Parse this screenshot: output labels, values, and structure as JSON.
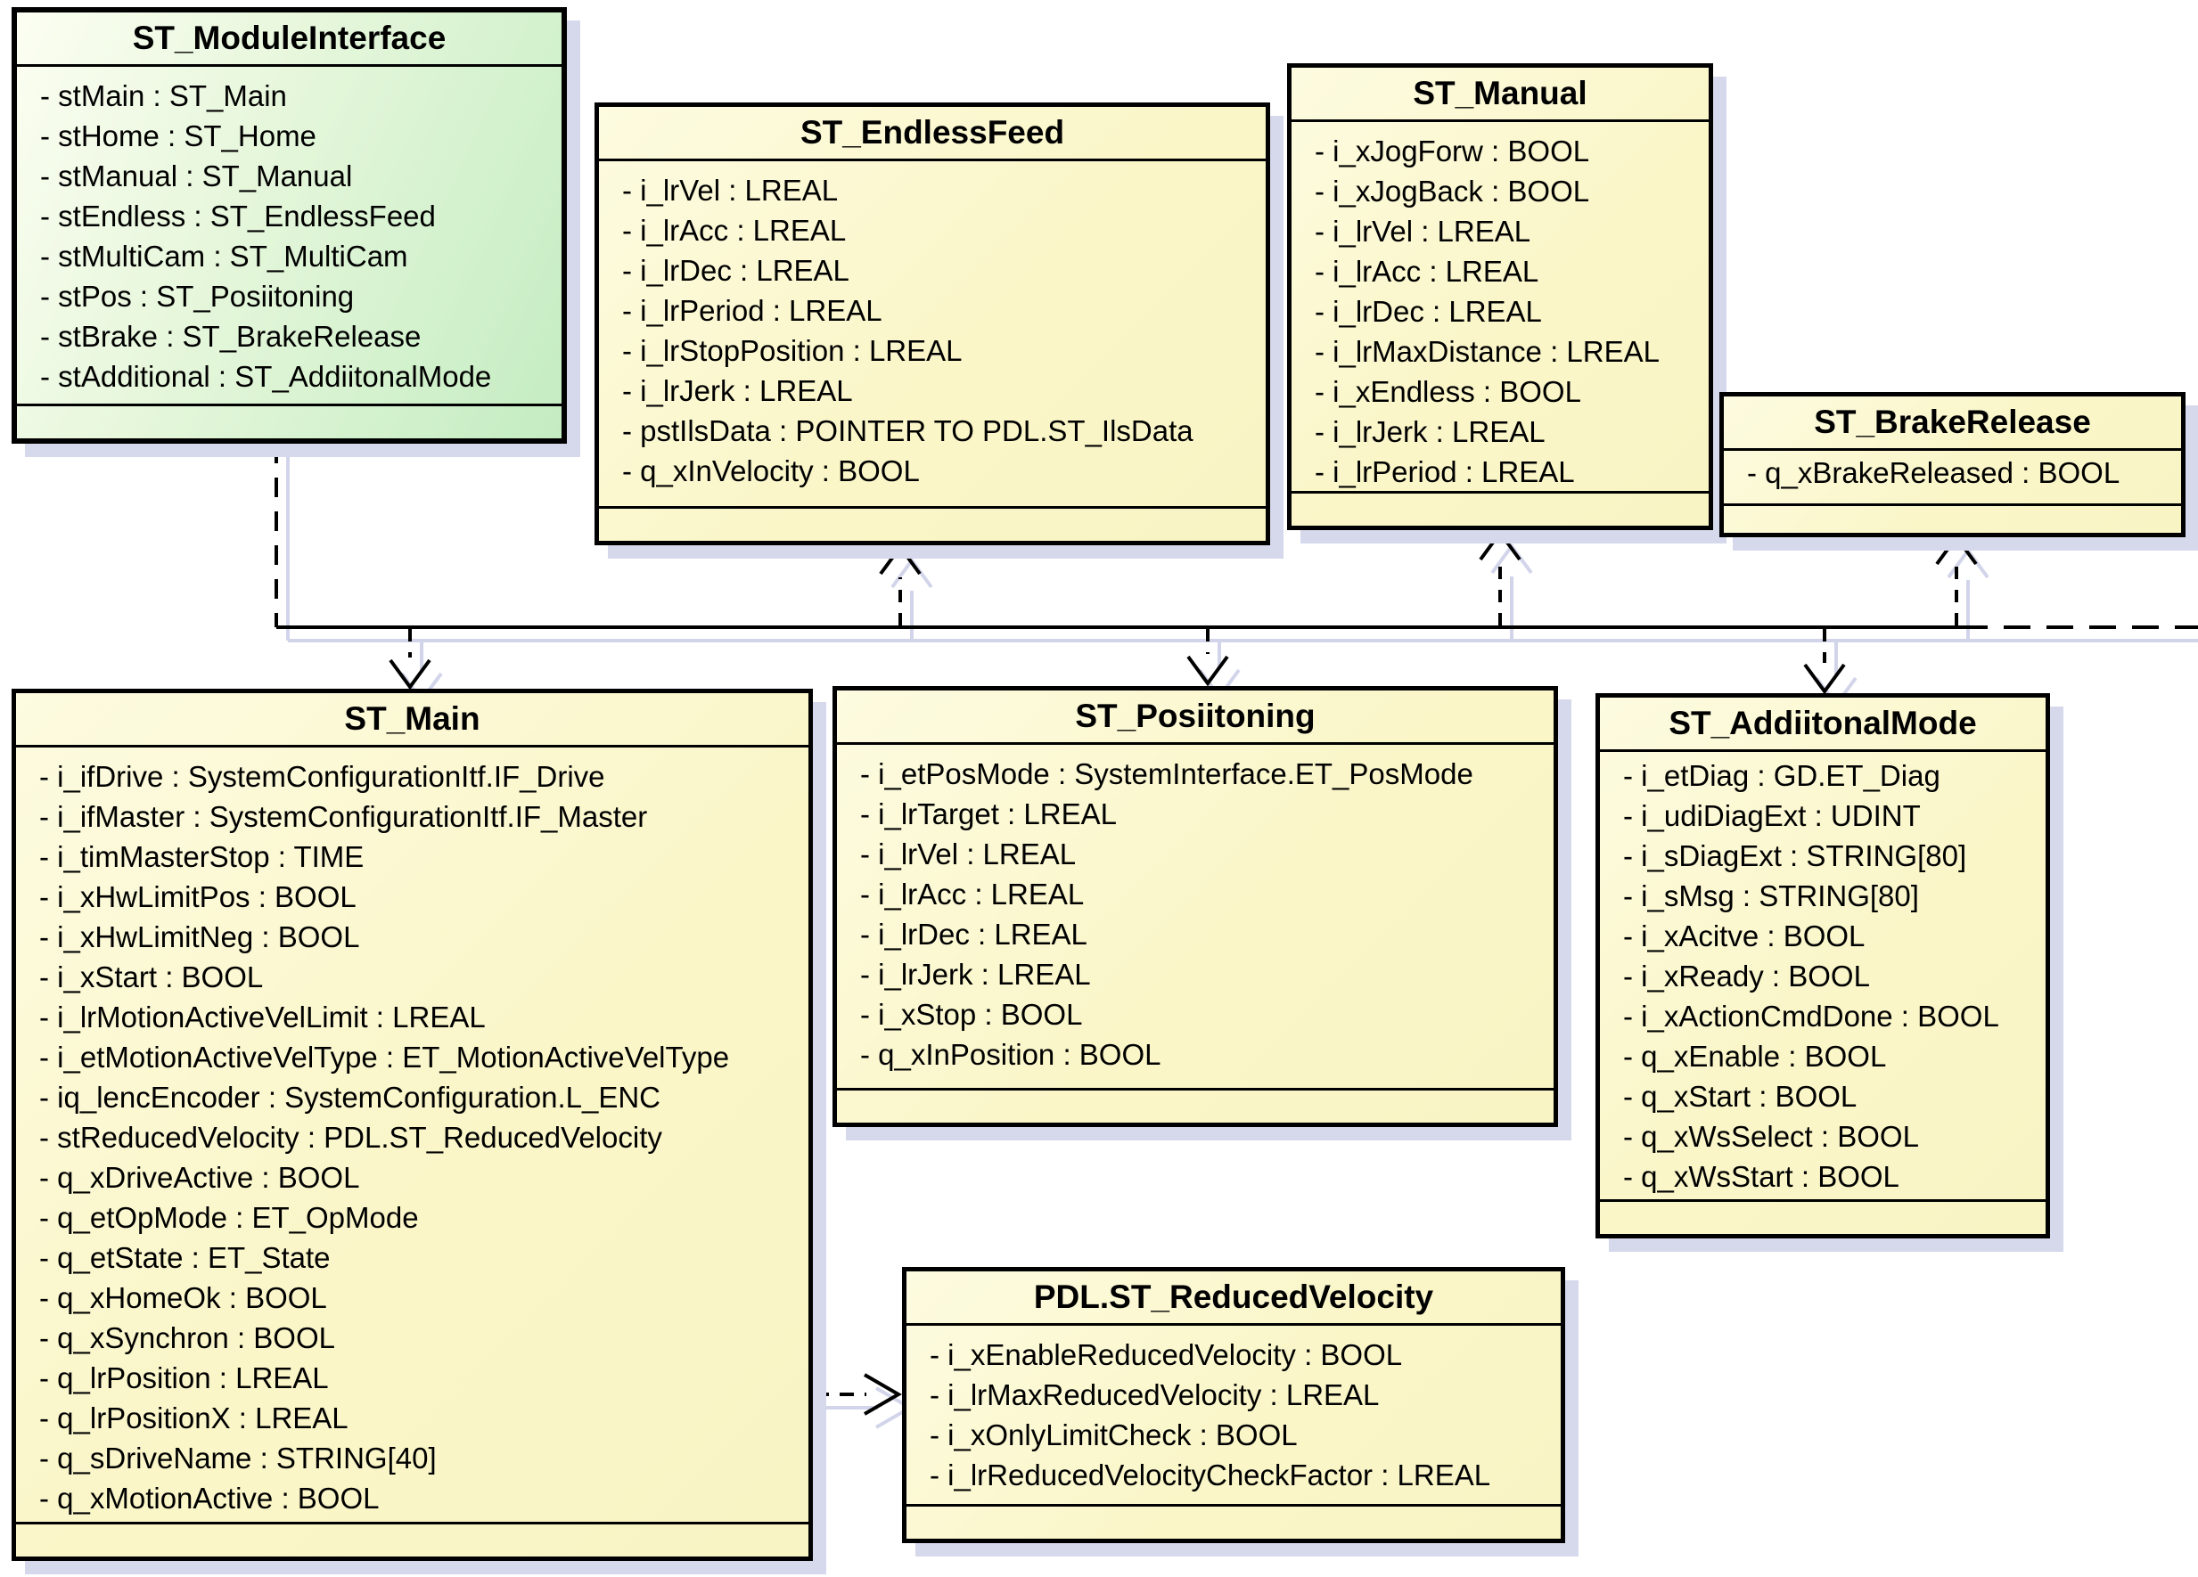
{
  "diagram": {
    "kind": "uml-class-diagram",
    "colors": {
      "box_fill_yellow": "#faf6c8",
      "box_fill_green": "#d5f2cf",
      "box_border": "#000000",
      "box_shadow": "#d6d9ec",
      "connector": "#000000",
      "connector_shadow": "#d2d5ea",
      "background": "#ffffff"
    },
    "classes": {
      "st_module_interface": {
        "title": "ST_ModuleInterface",
        "attributes": [
          "- stMain : ST_Main",
          "- stHome : ST_Home",
          "- stManual : ST_Manual",
          "- stEndless : ST_EndlessFeed",
          "- stMultiCam : ST_MultiCam",
          "- stPos : ST_Posiitoning",
          "- stBrake : ST_BrakeRelease",
          "- stAdditional : ST_AddiitonalMode"
        ]
      },
      "st_endless_feed": {
        "title": "ST_EndlessFeed",
        "attributes": [
          "- i_lrVel : LREAL",
          "- i_lrAcc : LREAL",
          "- i_lrDec : LREAL",
          "- i_lrPeriod : LREAL",
          "- i_lrStopPosition : LREAL",
          "- i_lrJerk : LREAL",
          "- pstIlsData : POINTER TO PDL.ST_IlsData",
          "- q_xInVelocity : BOOL"
        ]
      },
      "st_manual": {
        "title": "ST_Manual",
        "attributes": [
          "- i_xJogForw : BOOL",
          "- i_xJogBack : BOOL",
          "- i_lrVel : LREAL",
          "- i_lrAcc : LREAL",
          "- i_lrDec : LREAL",
          "- i_lrMaxDistance : LREAL",
          "- i_xEndless : BOOL",
          "- i_lrJerk : LREAL",
          "- i_lrPeriod : LREAL"
        ]
      },
      "st_brake_release": {
        "title": "ST_BrakeRelease",
        "attributes": [
          "- q_xBrakeReleased : BOOL"
        ]
      },
      "st_main": {
        "title": "ST_Main",
        "attributes": [
          "- i_ifDrive : SystemConfigurationItf.IF_Drive",
          "- i_ifMaster : SystemConfigurationItf.IF_Master",
          "- i_timMasterStop : TIME",
          "- i_xHwLimitPos : BOOL",
          "- i_xHwLimitNeg : BOOL",
          "- i_xStart : BOOL",
          "- i_lrMotionActiveVelLimit : LREAL",
          "- i_etMotionActiveVelType : ET_MotionActiveVelType",
          "- iq_lencEncoder : SystemConfiguration.L_ENC",
          "- stReducedVelocity : PDL.ST_ReducedVelocity",
          "- q_xDriveActive : BOOL",
          "- q_etOpMode : ET_OpMode",
          "- q_etState : ET_State",
          "- q_xHomeOk : BOOL",
          "- q_xSynchron : BOOL",
          "- q_lrPosition : LREAL",
          "- q_lrPositionX : LREAL",
          "- q_sDriveName : STRING[40]",
          "- q_xMotionActive : BOOL"
        ]
      },
      "st_posiitoning": {
        "title": "ST_Posiitoning",
        "attributes": [
          "- i_etPosMode : SystemInterface.ET_PosMode",
          "- i_lrTarget : LREAL",
          "- i_lrVel : LREAL",
          "- i_lrAcc : LREAL",
          "- i_lrDec : LREAL",
          "- i_lrJerk : LREAL",
          "- i_xStop : BOOL",
          "- q_xInPosition : BOOL"
        ]
      },
      "st_addiitonal_mode": {
        "title": "ST_AddiitonalMode",
        "attributes": [
          "- i_etDiag : GD.ET_Diag",
          "- i_udiDiagExt : UDINT",
          "- i_sDiagExt : STRING[80]",
          "- i_sMsg : STRING[80]",
          "- i_xAcitve : BOOL",
          "- i_xReady : BOOL",
          "- i_xActionCmdDone : BOOL",
          "- q_xEnable : BOOL",
          "- q_xStart : BOOL",
          "- q_xWsSelect : BOOL",
          "- q_xWsStart : BOOL"
        ]
      },
      "pdl_st_reduced_velocity": {
        "title": "PDL.ST_ReducedVelocity",
        "attributes": [
          "- i_xEnableReducedVelocity : BOOL",
          "- i_lrMaxReducedVelocity : LREAL",
          "- i_xOnlyLimitCheck : BOOL",
          "- i_lrReducedVelocityCheckFactor : LREAL"
        ]
      }
    }
  }
}
